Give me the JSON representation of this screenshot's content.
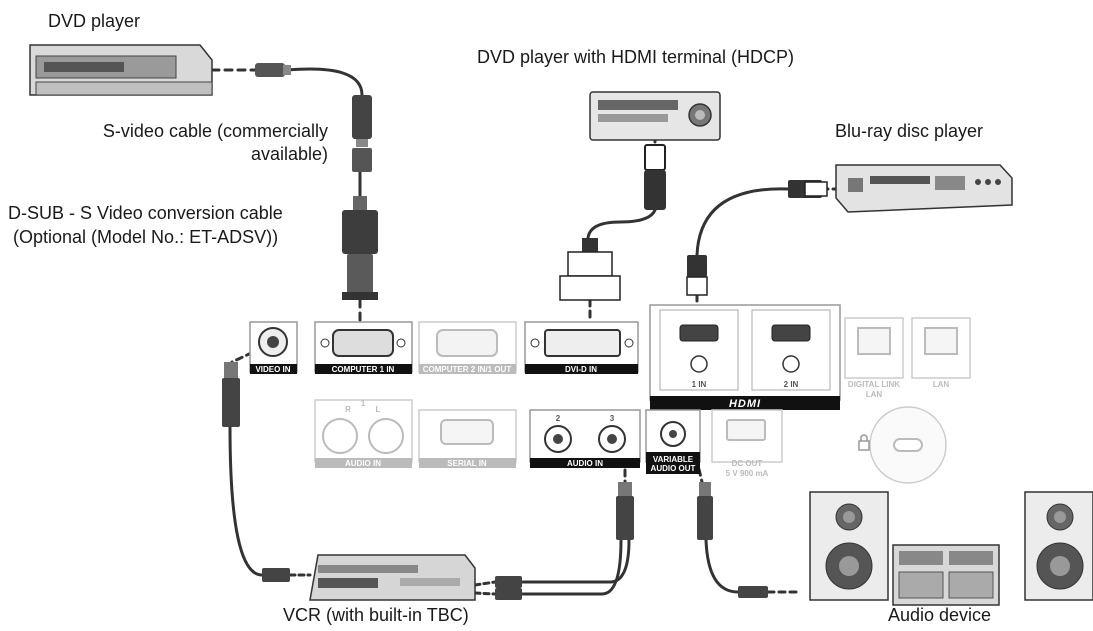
{
  "labels": {
    "dvd_player": "DVD player",
    "dvd_hdmi": "DVD player with HDMI terminal (HDCP)",
    "bluray": "Blu-ray disc player",
    "svideo_cable_1": "S-video cable (commercially",
    "svideo_cable_2": "available)",
    "dsub_cable_1": "D-SUB - S Video conversion cable",
    "dsub_cable_2": "(Optional (Model No.: ET-ADSV))",
    "vcr": "VCR (with built-in TBC)",
    "audio_device": "Audio device"
  },
  "panel": {
    "video_in": "VIDEO IN",
    "computer1_in": "COMPUTER 1 IN",
    "computer2_in": "COMPUTER 2 IN/1 OUT",
    "dvi_d_in": "DVI-D IN",
    "hdmi_1_in": "1 IN",
    "hdmi_2_in": "2 IN",
    "hdmi_logo": "HDMI",
    "digital_link_1": "DIGITAL LINK",
    "digital_link_2": "LAN",
    "lan": "LAN",
    "audio_in_rl": "AUDIO IN",
    "audio_r": "R",
    "audio_l": "L",
    "audio_1": "1",
    "serial_in": "SERIAL IN",
    "audio_2": "2",
    "audio_3": "3",
    "audio_in_23": "AUDIO IN",
    "variable_audio_out_1": "VARIABLE",
    "variable_audio_out_2": "AUDIO OUT",
    "dc_out_1": "DC OUT",
    "dc_out_2": "5 V  900 mA"
  }
}
